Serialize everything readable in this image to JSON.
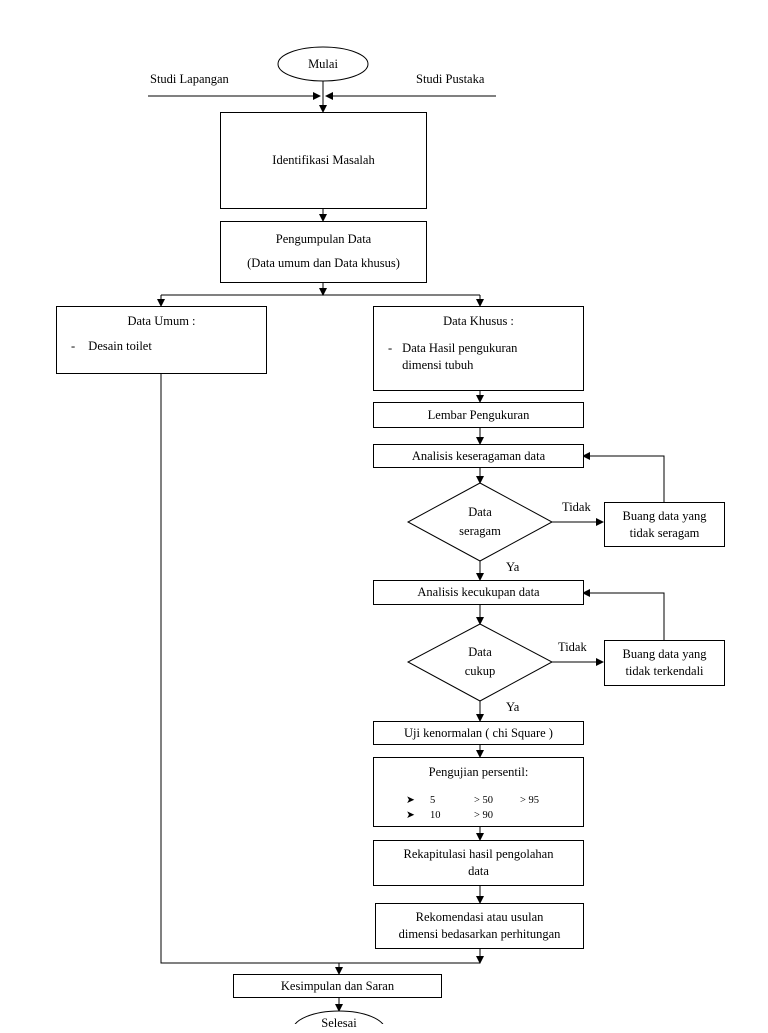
{
  "start": "Mulai",
  "end": "Selesai",
  "side_labels": {
    "left": "Studi Lapangan",
    "right": "Studi Pustaka"
  },
  "identifikasi": "Identifikasi Masalah",
  "pengumpulan": {
    "line1": "Pengumpulan Data",
    "line2": "(Data umum dan Data khusus)"
  },
  "data_umum": {
    "title": "Data Umum :",
    "bullet": "-",
    "item": "Desain toilet"
  },
  "data_khusus": {
    "title": "Data Khusus :",
    "bullet": "-",
    "item_line1": "Data Hasil pengukuran",
    "item_line2": "dimensi tubuh"
  },
  "lembar": "Lembar Pengukuran",
  "analisis_keseragaman": "Analisis keseragaman data",
  "decision_seragam": {
    "line1": "Data",
    "line2": "seragam"
  },
  "buang_seragam": {
    "line1": "Buang data yang",
    "line2": "tidak seragam"
  },
  "analisis_kecukupan": "Analisis kecukupan data",
  "decision_cukup": {
    "line1": "Data",
    "line2": "cukup"
  },
  "buang_terkendali": {
    "line1": "Buang data yang",
    "line2": "tidak terkendali"
  },
  "label_tidak": "Tidak",
  "label_ya": "Ya",
  "uji": "Uji kenormalan ( chi Square )",
  "persentil": {
    "title": "Pengujian persentil:",
    "marker": "➤",
    "rows": [
      {
        "a": "5",
        "b": "> 50",
        "c": "> 95"
      },
      {
        "a": "10",
        "b": "> 90",
        "c": ""
      }
    ]
  },
  "rekap": {
    "line1": "Rekapitulasi hasil pengolahan",
    "line2": "data"
  },
  "rekomendasi": {
    "line1": "Rekomendasi atau usulan",
    "line2": "dimensi bedasarkan perhitungan"
  },
  "kesimpulan": "Kesimpulan dan Saran"
}
